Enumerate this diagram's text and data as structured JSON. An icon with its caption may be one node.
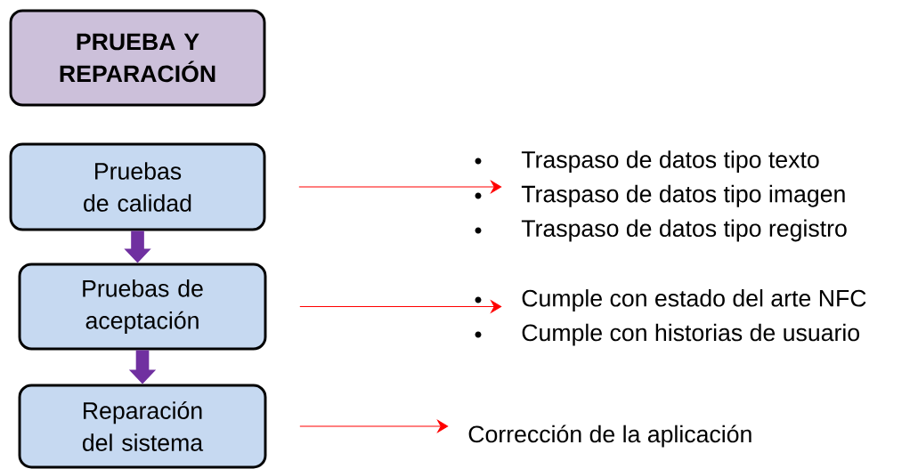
{
  "diagram": {
    "nodes": [
      {
        "text": [
          "PRUEBA Y REPARACIÓN"
        ]
      },
      {
        "text": [
          "Pruebas de calidad"
        ]
      },
      {
        "text": [
          "Pruebas de aceptación"
        ]
      },
      {
        "text": [
          "Reparación del sistema"
        ]
      },
      {
        "text": [
          "Traspaso de datos tipo texto",
          "Traspaso de datos tipo imagen",
          "Traspaso de datos tipo registro"
        ]
      },
      {
        "text": [
          "Cumple con estado del arte NFC",
          "Cumple con historias de usuario"
        ]
      },
      {
        "text": [
          "Corrección de la aplicación"
        ]
      }
    ],
    "edges": [
      {
        "from": 1,
        "to": 2,
        "arrow": "to",
        "style": "thick",
        "color": "#7030a0"
      },
      {
        "from": 2,
        "to": 3,
        "arrow": "to",
        "style": "thick",
        "color": "#7030a0"
      },
      {
        "from": 1,
        "to": 4,
        "arrow": "to"
      },
      {
        "from": 2,
        "to": 5,
        "arrow": "to"
      },
      {
        "from": 3,
        "to": 6,
        "arrow": "to"
      }
    ]
  }
}
